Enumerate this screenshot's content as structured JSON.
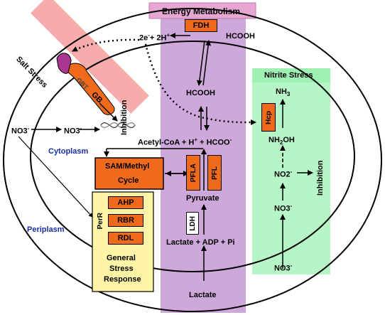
{
  "regions": {
    "energy_metabolism": "Energy Metabolism",
    "salt_stress": "Salt Stress",
    "nitrite_stress": "Nitrite Stress",
    "cytoplasm": "Cytoplasm",
    "periplasm": "Periplasm"
  },
  "enzymes": {
    "fdh": "FDH",
    "pfla": "PFLA",
    "pfl": "PFL",
    "ldh": "LDH",
    "hcp": "Hcp",
    "ahp": "AHP",
    "rbr": "RBR",
    "rdl": "RDL",
    "perr": "PerR"
  },
  "metabolites": {
    "hcooh_top": "HCOOH",
    "hcooh_mid": "HCOOH",
    "pyruvate": "Pyruvate",
    "lactate": "Lactate",
    "nh3": "NH3",
    "nh2oh": "NH2OH",
    "no2_inner": "NO2",
    "no3_right": "NO3",
    "no3_bottom": "NO3",
    "no3_left_out": "NO3",
    "no3_left_in": "NO3"
  },
  "equations": {
    "formate_split_a": "2e",
    "formate_split_b": "+ 2H",
    "acetyl_coa_a": "Acetyl-CoA + H",
    "acetyl_coa_b": " + HCOO",
    "lactate_eq": "Lactate + ADP + Pi"
  },
  "other": {
    "sam_methyl": "SAM/Methyl",
    "cycle": "Cycle",
    "gbt": "GBT",
    "gb": "GB",
    "inhibition_left": "Inhibition",
    "inhibition_right": "Inhibition",
    "general_stress_1": "General",
    "general_stress_2": "Stress",
    "general_stress_3": "Response"
  },
  "charges": {
    "minus": "-",
    "plus": "+"
  },
  "colors": {
    "energy_band": "#c99fd6",
    "energy_header": "#e7a7d3",
    "salt_band": "#f7a8a8",
    "nitrite_band": "#b6f5c5",
    "stress_box": "#fff5a6",
    "enzyme": "#f06a1c",
    "blue_label": "#1a2fa0"
  }
}
